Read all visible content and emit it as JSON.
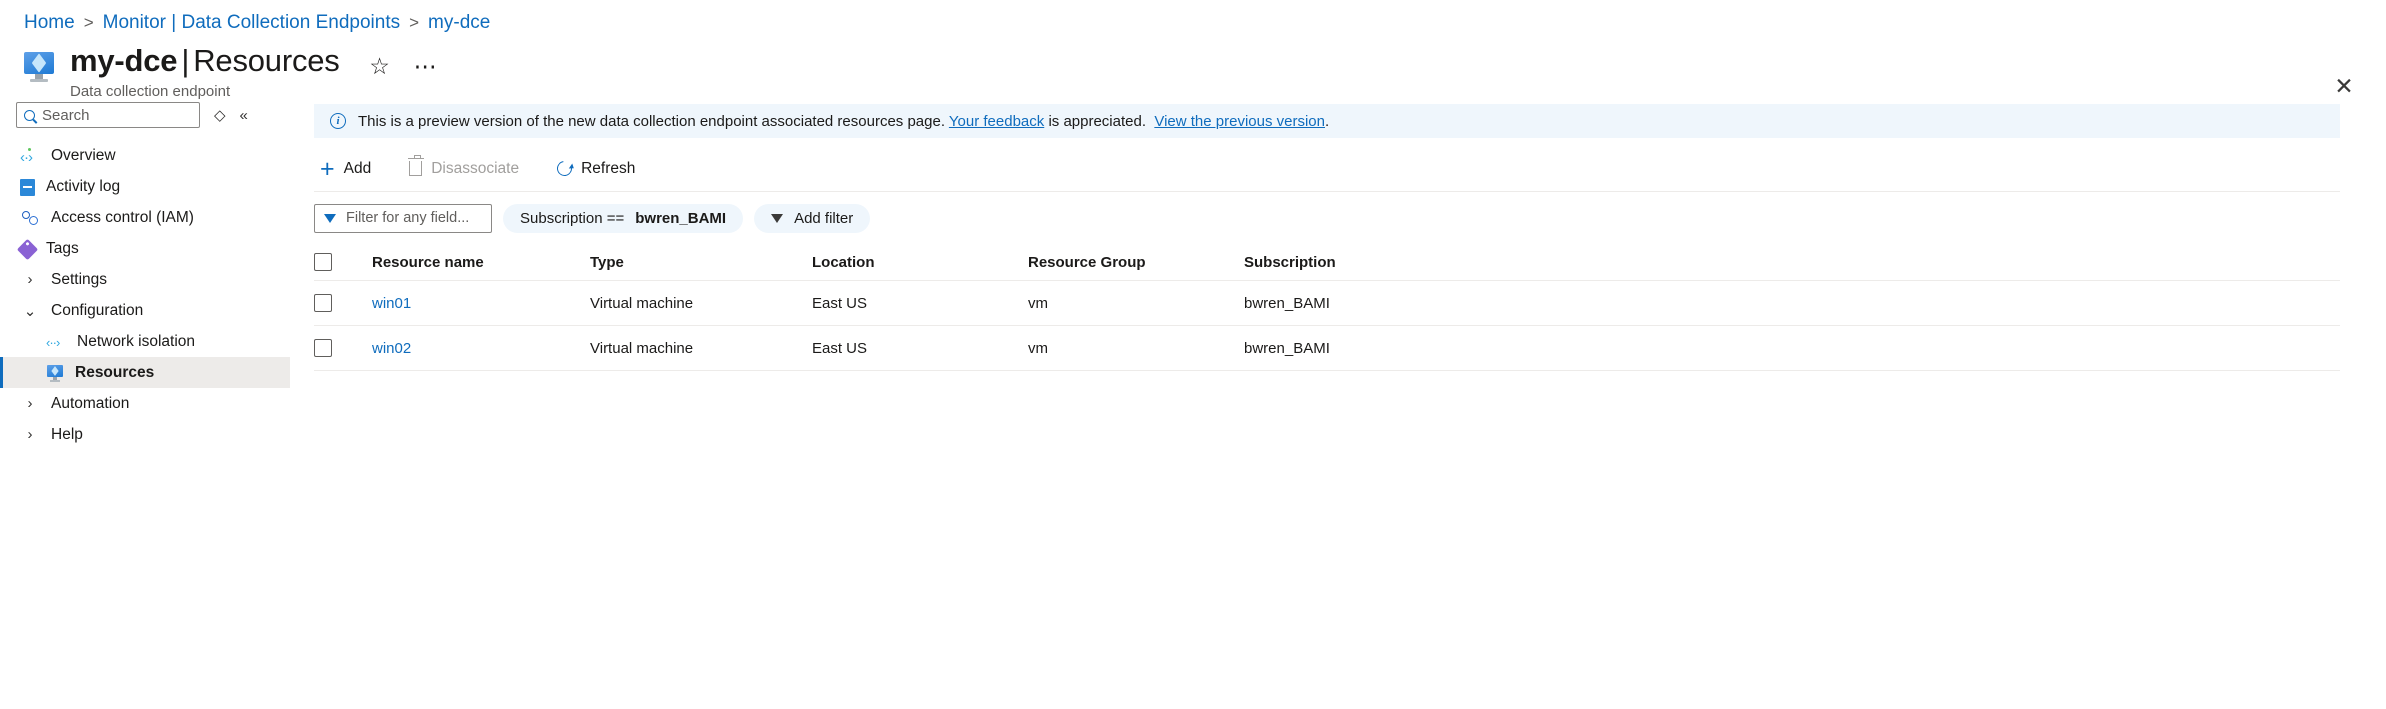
{
  "breadcrumb": [
    {
      "label": "Home",
      "current": false
    },
    {
      "label": "Monitor | Data Collection Endpoints",
      "current": false
    },
    {
      "label": "my-dce",
      "current": true
    }
  ],
  "header": {
    "resource_name": "my-dce",
    "separator": "|",
    "page_section": "Resources",
    "subtitle": "Data collection endpoint",
    "resource_icon": "data-collection-endpoint-icon",
    "favorite_icon": "star-icon",
    "more_icon": "ellipsis-icon",
    "close_icon": "close-icon"
  },
  "sidebar": {
    "search": {
      "placeholder": "Search",
      "icon": "search-icon"
    },
    "resize_icon": "resize-handle-icon",
    "collapse_icon": "collapse-chevron-icon",
    "items": [
      {
        "label": "Overview",
        "icon": "overview-icon",
        "type": "leaf",
        "selected": false
      },
      {
        "label": "Activity log",
        "icon": "activity-log-icon",
        "type": "leaf",
        "selected": false
      },
      {
        "label": "Access control (IAM)",
        "icon": "access-control-icon",
        "type": "leaf",
        "selected": false
      },
      {
        "label": "Tags",
        "icon": "tags-icon",
        "type": "leaf",
        "selected": false
      },
      {
        "label": "Settings",
        "icon": "chevron-right-icon",
        "type": "group-collapsed",
        "selected": false
      },
      {
        "label": "Configuration",
        "icon": "chevron-down-icon",
        "type": "group-expanded",
        "selected": false
      },
      {
        "label": "Network isolation",
        "icon": "network-isolation-icon",
        "type": "child",
        "selected": false
      },
      {
        "label": "Resources",
        "icon": "resources-icon",
        "type": "child",
        "selected": true
      },
      {
        "label": "Automation",
        "icon": "chevron-right-icon",
        "type": "group-collapsed",
        "selected": false
      },
      {
        "label": "Help",
        "icon": "chevron-right-icon",
        "type": "group-collapsed",
        "selected": false
      }
    ]
  },
  "banner": {
    "icon": "info-icon",
    "text_before_link1": "This is a preview version of the new data collection endpoint associated resources page.",
    "link1": "Your feedback",
    "text_between": "is appreciated.",
    "link2": "View the previous version",
    "text_after": ".",
    "background_color": "#eff6fc",
    "accent_color": "#0f6cbd"
  },
  "toolbar": {
    "add_label": "Add",
    "add_icon": "plus-icon",
    "disassociate_label": "Disassociate",
    "disassociate_icon": "trash-icon",
    "disassociate_disabled": true,
    "refresh_label": "Refresh",
    "refresh_icon": "refresh-icon"
  },
  "filters": {
    "input_placeholder": "Filter for any field...",
    "input_icon": "funnel-icon",
    "subscription_pill_prefix": "Subscription ==",
    "subscription_pill_value": "bwren_BAMI",
    "add_filter_label": "Add filter",
    "add_filter_icon": "funnel-icon",
    "pill_background": "#eff6fc"
  },
  "table": {
    "columns": [
      "Resource name",
      "Type",
      "Location",
      "Resource Group",
      "Subscription"
    ],
    "rows": [
      {
        "name": "win01",
        "type": "Virtual machine",
        "location": "East US",
        "resource_group": "vm",
        "subscription": "bwren_BAMI"
      },
      {
        "name": "win02",
        "type": "Virtual machine",
        "location": "East US",
        "resource_group": "vm",
        "subscription": "bwren_BAMI"
      }
    ]
  }
}
